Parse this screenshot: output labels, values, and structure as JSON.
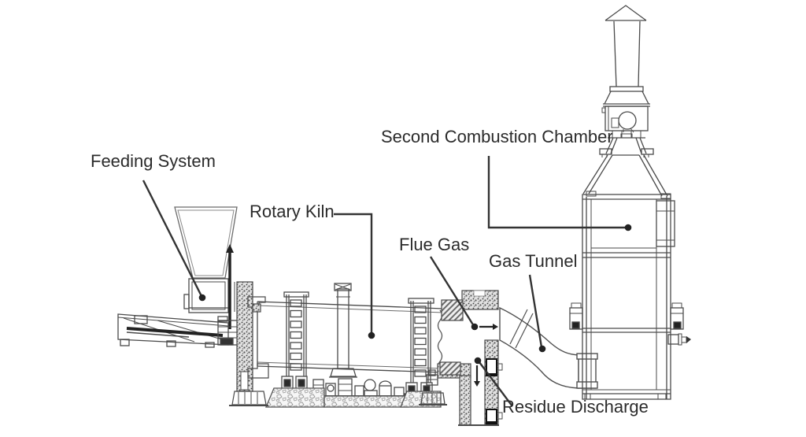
{
  "labels": {
    "feeding_system": "Feeding System",
    "rotary_kiln": "Rotary Kiln",
    "second_combustion_chamber": "Second Combustion Chamber",
    "flue_gas": "Flue Gas",
    "gas_tunnel": "Gas Tunnel",
    "residue_discharge": "Residue Discharge"
  },
  "colors": {
    "background": "#ffffff",
    "line_art": "#4a4a4a",
    "label_text": "#2b2b2b",
    "leader_line": "#333333"
  },
  "icons": {
    "flow_arrows": [
      "flue-gas-flow-right-arrow",
      "residue-discharge-down-arrow",
      "burner-lance-right-arrow",
      "ram-feeder-up-arrow"
    ],
    "leader_dots": 6
  }
}
